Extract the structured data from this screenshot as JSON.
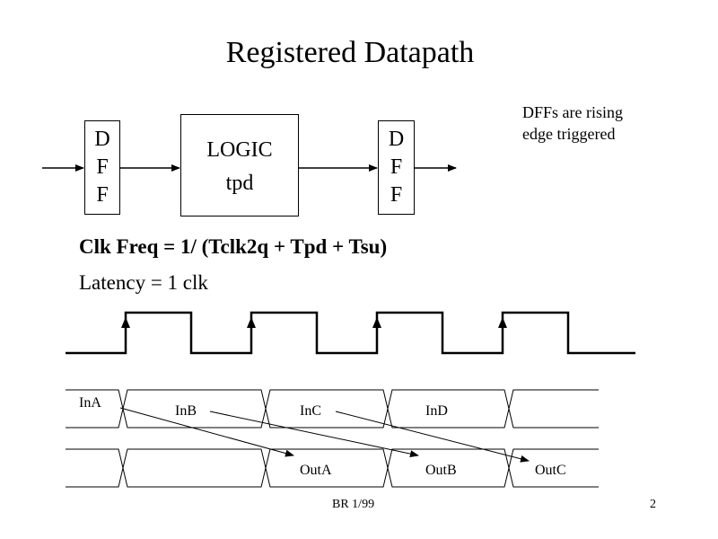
{
  "slide": {
    "title": "Registered Datapath",
    "page_number": "2",
    "footer": "BR 1/99"
  },
  "block_diagram": {
    "input_dff": {
      "letters": [
        "D",
        "F",
        "F"
      ]
    },
    "logic": {
      "label": "LOGIC",
      "sublabel": "tpd"
    },
    "output_dff": {
      "letters": [
        "D",
        "F",
        "F"
      ]
    },
    "note_lines": [
      "DFFs are rising",
      "edge triggered"
    ]
  },
  "equations": {
    "clock_frequency": "Clk Freq =  1/ (Tclk2q + Tpd + Tsu)",
    "latency": "Latency = 1 clk"
  },
  "timing": {
    "clock": {
      "cycles": 4,
      "edge": "rising",
      "rising_edge_markers": 4
    },
    "input_bus": {
      "values": [
        "InA",
        "InB",
        "InC",
        "InD",
        ""
      ]
    },
    "output_bus": {
      "values": [
        "",
        "",
        "OutA",
        "OutB",
        "OutC"
      ]
    },
    "arrows": [
      {
        "from": "InA",
        "to": "OutA"
      },
      {
        "from": "InB",
        "to": "OutB"
      },
      {
        "from": "InC",
        "to": "OutC"
      }
    ]
  }
}
